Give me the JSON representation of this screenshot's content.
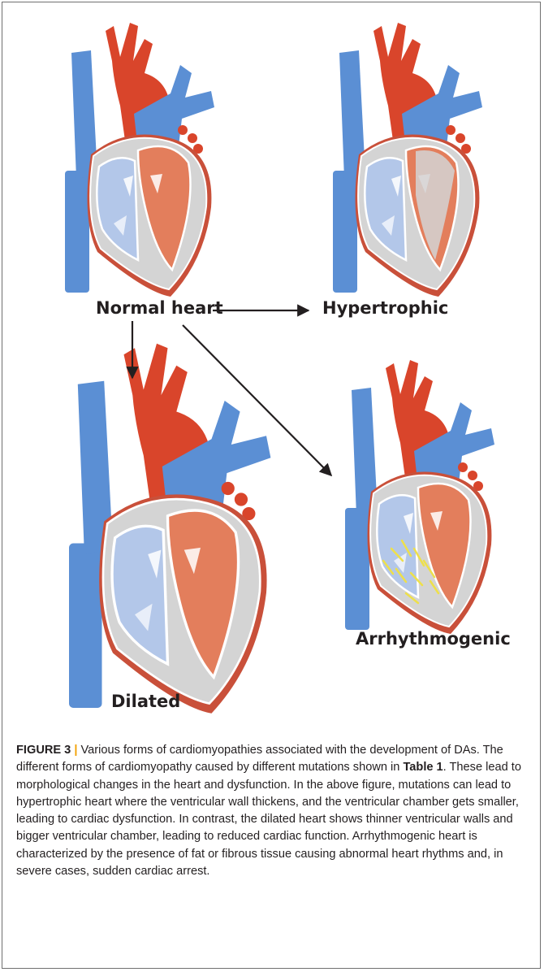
{
  "figure": {
    "labels": {
      "normal": "Normal heart",
      "hypertrophic": "Hypertrophic",
      "dilated": "Dilated",
      "arrhythmogenic": "Arrhythmogenic"
    },
    "colors": {
      "vessel_blue": "#5b8fd4",
      "aorta_red": "#d9452b",
      "ventricle_salmon": "#e37e5c",
      "right_chamber_blue": "#b3c7e9",
      "wall_gray": "#d4d4d4",
      "fat_yellow": "#eee04a"
    }
  },
  "caption": {
    "label": "FIGURE 3",
    "separator": "|",
    "text_1": " Various forms of cardiomyopathies associated with the development of DAs. The different forms of cardiomyopathy caused by different mutations shown in ",
    "table_ref": "Table 1",
    "text_2": ". These lead to morphological changes in the heart and dysfunction. In the above figure, mutations can lead to hypertrophic heart where the ventricular wall thickens, and the ventricular chamber gets smaller, leading to cardiac dysfunction. In contrast, the dilated heart shows thinner ventricular walls and bigger ventricular chamber, leading to reduced cardiac function. Arrhythmogenic heart is characterized by the presence of fat or fibrous tissue causing abnormal heart rhythms and, in severe cases, sudden cardiac arrest."
  }
}
